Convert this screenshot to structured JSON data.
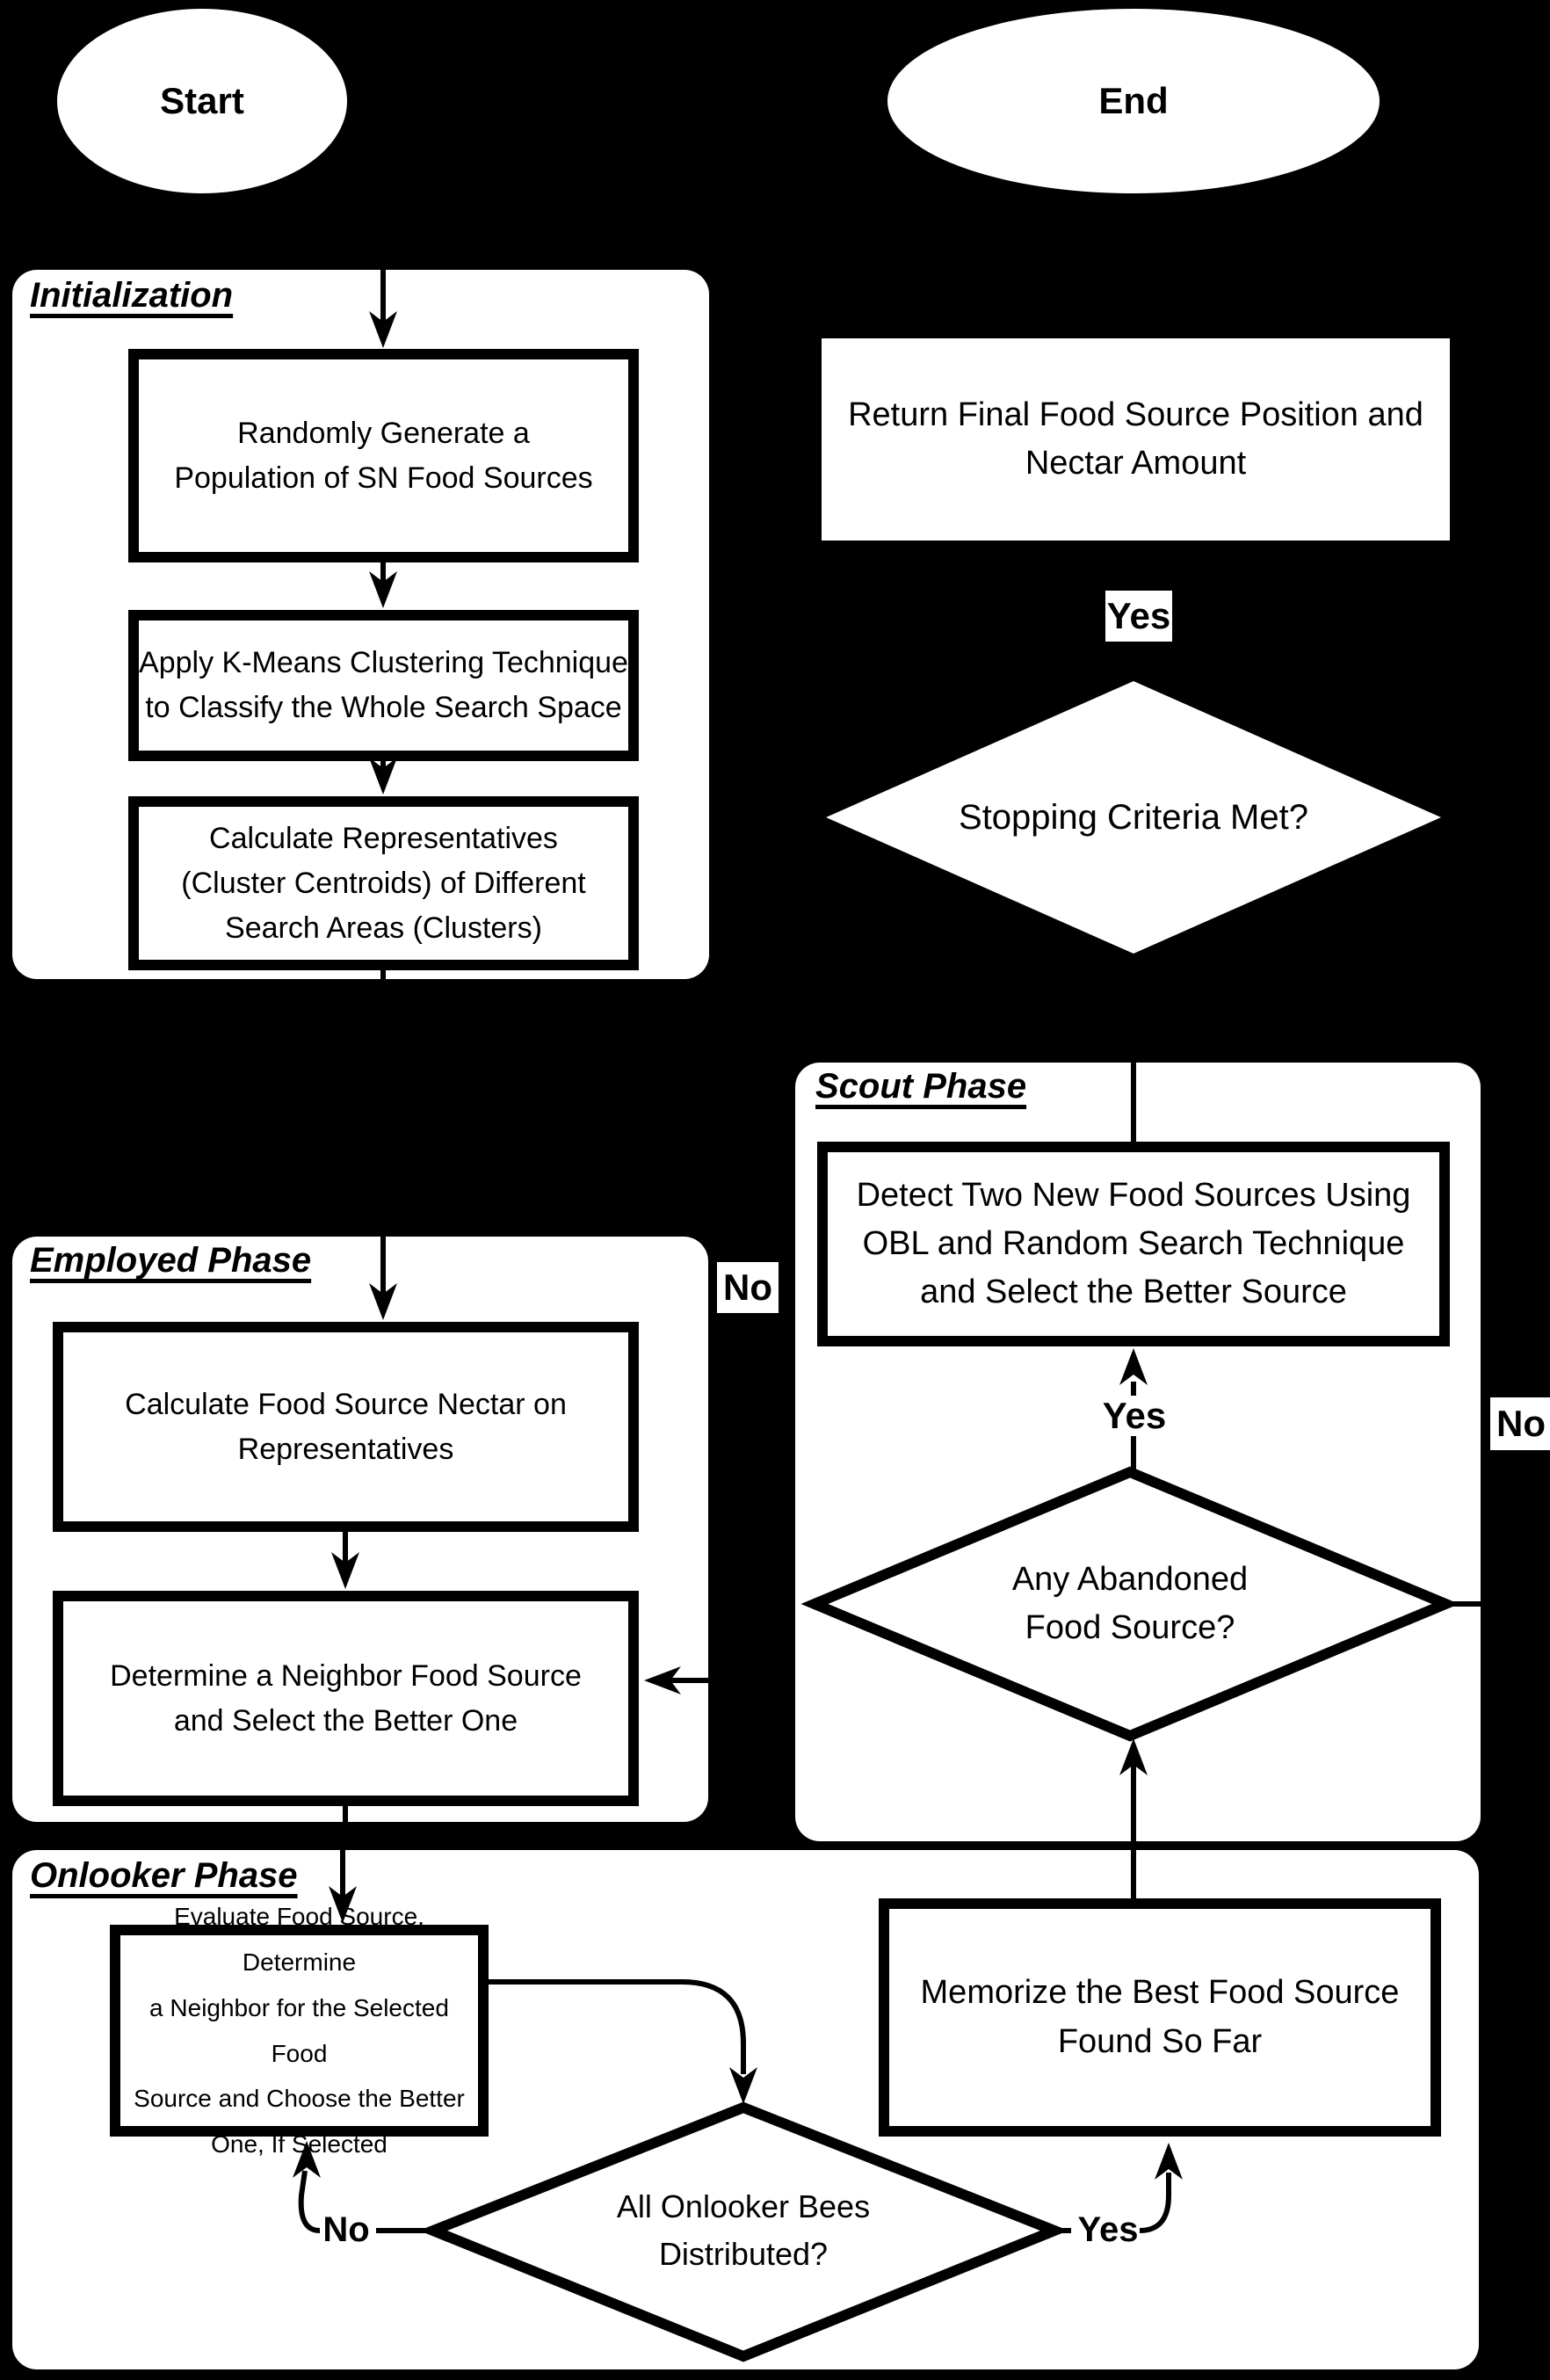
{
  "diagram": {
    "type": "flowchart",
    "colors": {
      "background": "#000000",
      "shape_fill": "#ffffff",
      "line_color": "#000000",
      "text_color": "#000000"
    },
    "terminals": {
      "start": "Start",
      "end": "End"
    },
    "sections": {
      "initialization": "Initialization",
      "employed": "Employed Phase",
      "scout": "Scout Phase",
      "onlooker": "Onlooker Phase"
    },
    "processes": {
      "random_population": "Randomly Generate a\nPopulation of SN Food Sources",
      "kmeans": "Apply K-Means Clustering Technique\nto Classify the Whole Search Space",
      "centroids": "Calculate Representatives\n(Cluster Centroids) of Different\nSearch Areas (Clusters)",
      "calc_nectar": "Calculate Food Source Nectar on\nRepresentatives",
      "neighbor": "Determine a Neighbor Food Source\nand Select the Better One",
      "evaluate": "Evaluate Food Source, Determine\na Neighbor for the Selected Food\nSource and Choose the Better\nOne, If Selected",
      "memorize": "Memorize the Best Food Source\nFound So Far",
      "detect": "Detect Two New Food Sources Using\nOBL and Random Search Technique\nand Select the Better Source",
      "return_final": "Return Final Food Source Position and\nNectar Amount"
    },
    "decisions": {
      "stopping": "Stopping Criteria Met?",
      "abandoned": "Any Abandoned\nFood Source?",
      "distributed": "All Onlooker Bees\nDistributed?"
    },
    "edge_labels": {
      "stopping_yes": "Yes",
      "stopping_no": "No",
      "abandoned_yes": "Yes",
      "abandoned_no": "No",
      "distributed_yes": "Yes",
      "distributed_no": "No"
    }
  }
}
